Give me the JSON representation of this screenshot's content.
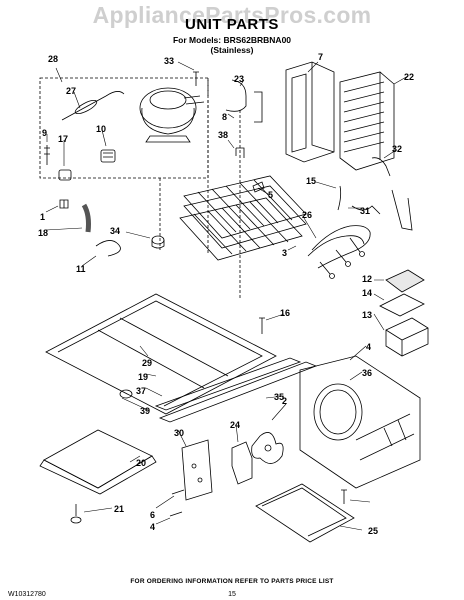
{
  "header": {
    "watermark": "AppliancePartsPros.com",
    "title": "UNIT PARTS",
    "models_line": "For Models: BRS62BRBNA00",
    "variant_line": "(Stainless)"
  },
  "callouts": [
    "28",
    "33",
    "7",
    "23",
    "22",
    "27",
    "9",
    "10",
    "8",
    "38",
    "17",
    "32",
    "5",
    "15",
    "1",
    "31",
    "18",
    "34",
    "26",
    "11",
    "3",
    "12",
    "14",
    "16",
    "13",
    "29",
    "4",
    "36",
    "19",
    "37",
    "35",
    "2",
    "39",
    "30",
    "24",
    "20",
    "21",
    "6",
    "4",
    "25"
  ],
  "footer": {
    "note": "FOR ORDERING INFORMATION REFER TO PARTS PRICE LIST",
    "doc_number": "W10312780",
    "page_number": "15"
  }
}
